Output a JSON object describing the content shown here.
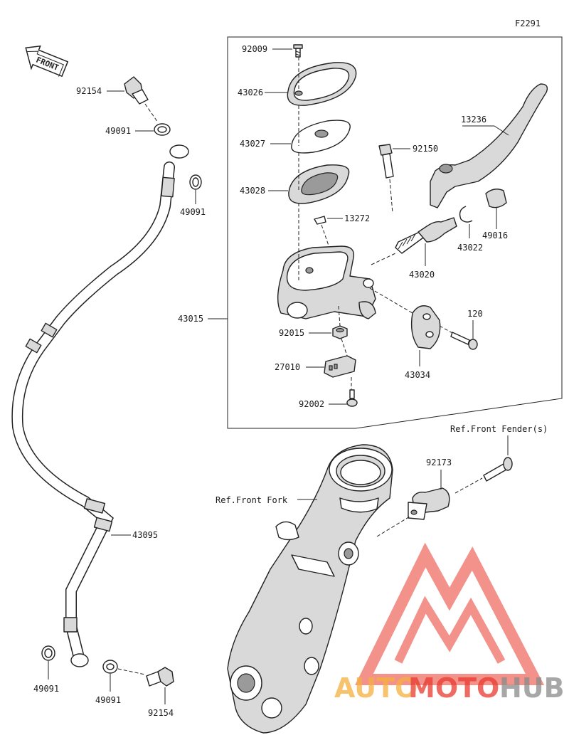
{
  "diagram_code": "F2291",
  "front_marker": "FRONT",
  "parts": {
    "p92009": "92009",
    "p43026": "43026",
    "p43027": "43027",
    "p43028": "43028",
    "p13272": "13272",
    "p43015": "43015",
    "p92015": "92015",
    "p27010": "27010",
    "p92002": "92002",
    "p92150": "92150",
    "p13236": "13236",
    "p49016": "49016",
    "p43022": "43022",
    "p43020": "43020",
    "p120": "120",
    "p43034": "43034",
    "p92154_top": "92154",
    "p49091_a": "49091",
    "p49091_b": "49091",
    "p43095": "43095",
    "p49091_c": "49091",
    "p49091_d": "49091",
    "p92154_bot": "92154",
    "p92173": "92173"
  },
  "refs": {
    "front_fender": "Ref.Front Fender(s)",
    "front_fork": "Ref.Front Fork"
  },
  "watermark": {
    "word1": "AUTO",
    "word2": "MOTO",
    "word3": "HUB",
    "color_orange": "#f5b040",
    "color_red": "#e83a2e",
    "color_gray": "#8a8a8a"
  }
}
